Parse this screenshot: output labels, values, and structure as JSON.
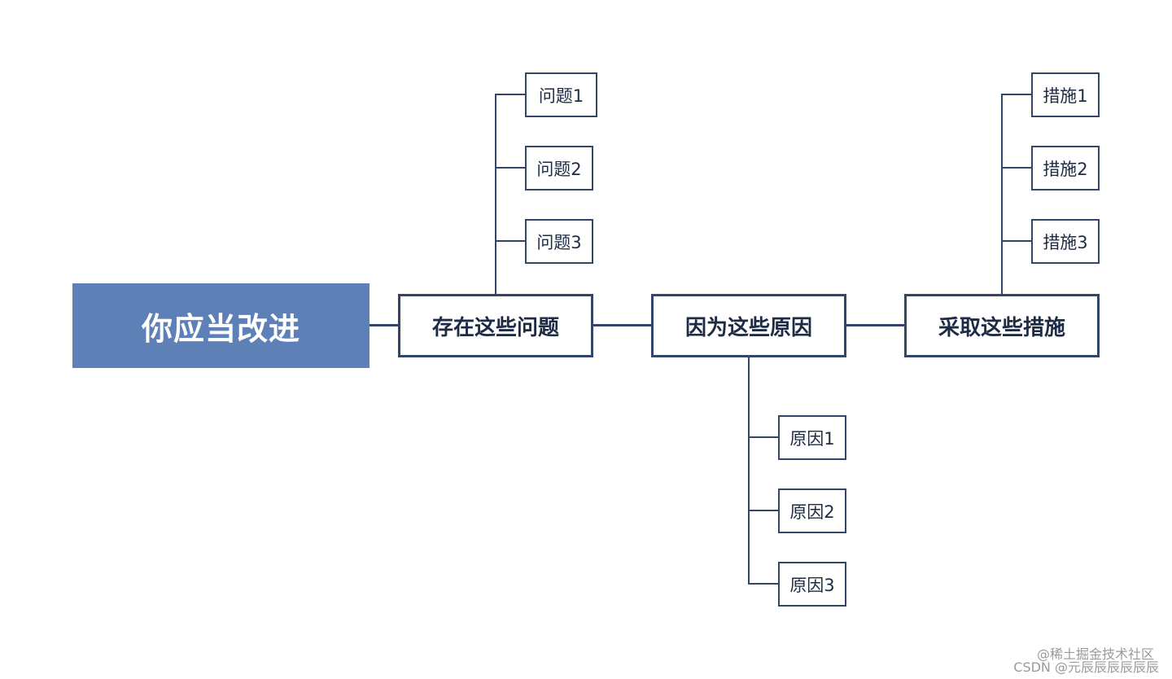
{
  "mindmap": {
    "root": "你应当改进",
    "branches": [
      {
        "label": "存在这些问题",
        "children": [
          "问题1",
          "问题2",
          "问题3"
        ]
      },
      {
        "label": "因为这些原因",
        "children": [
          "原因1",
          "原因2",
          "原因3"
        ]
      },
      {
        "label": "采取这些措施",
        "children": [
          "措施1",
          "措施2",
          "措施3"
        ]
      }
    ]
  },
  "colors": {
    "root_fill": "#5d80b7",
    "border": "#33466a",
    "text": "#1d2b44"
  },
  "watermark": {
    "line1": "@稀土掘金技术社区",
    "line2": "CSDN @元辰辰辰辰辰辰"
  }
}
